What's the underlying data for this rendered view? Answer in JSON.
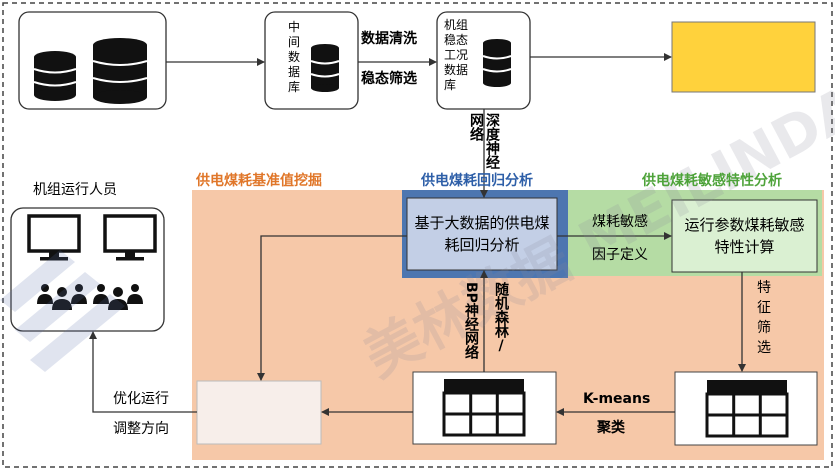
{
  "colors": {
    "orange_zone": "#f6c8a8",
    "green_zone": "#b5dca4",
    "blue_zone": "#4d76b0",
    "yellow_box": "#ffd23c",
    "orange_title": "#e0772a",
    "blue_title": "#2e5fa8",
    "green_title": "#4ea33a"
  },
  "db_intermediate": "中间数据库",
  "db_steady": "机组稳态工况数据库",
  "step_cleaning": "数据清洗",
  "step_steady_filter": "稳态筛选",
  "deep_nn": "深度神经网络",
  "zones": {
    "baseline": "供电煤耗基准值挖掘",
    "regression": "供电煤耗回归分析",
    "sensitivity": "供电煤耗敏感特性分析"
  },
  "box_regression": "基于大数据的供电煤耗回归分析",
  "factor_def": [
    "煤耗敏感",
    "因子定义"
  ],
  "box_sensitivity": "运行参数煤耗敏感特性计算",
  "feature_select": "特征筛选",
  "random_forest": "随机森林/",
  "bp_nn": "BP神经网络",
  "kmeans": [
    "K-means",
    "聚类"
  ],
  "operators": "机组运行人员",
  "optimize": [
    "优化运行",
    "调整方向"
  ],
  "watermark": "美林数据 MEILINDATA"
}
